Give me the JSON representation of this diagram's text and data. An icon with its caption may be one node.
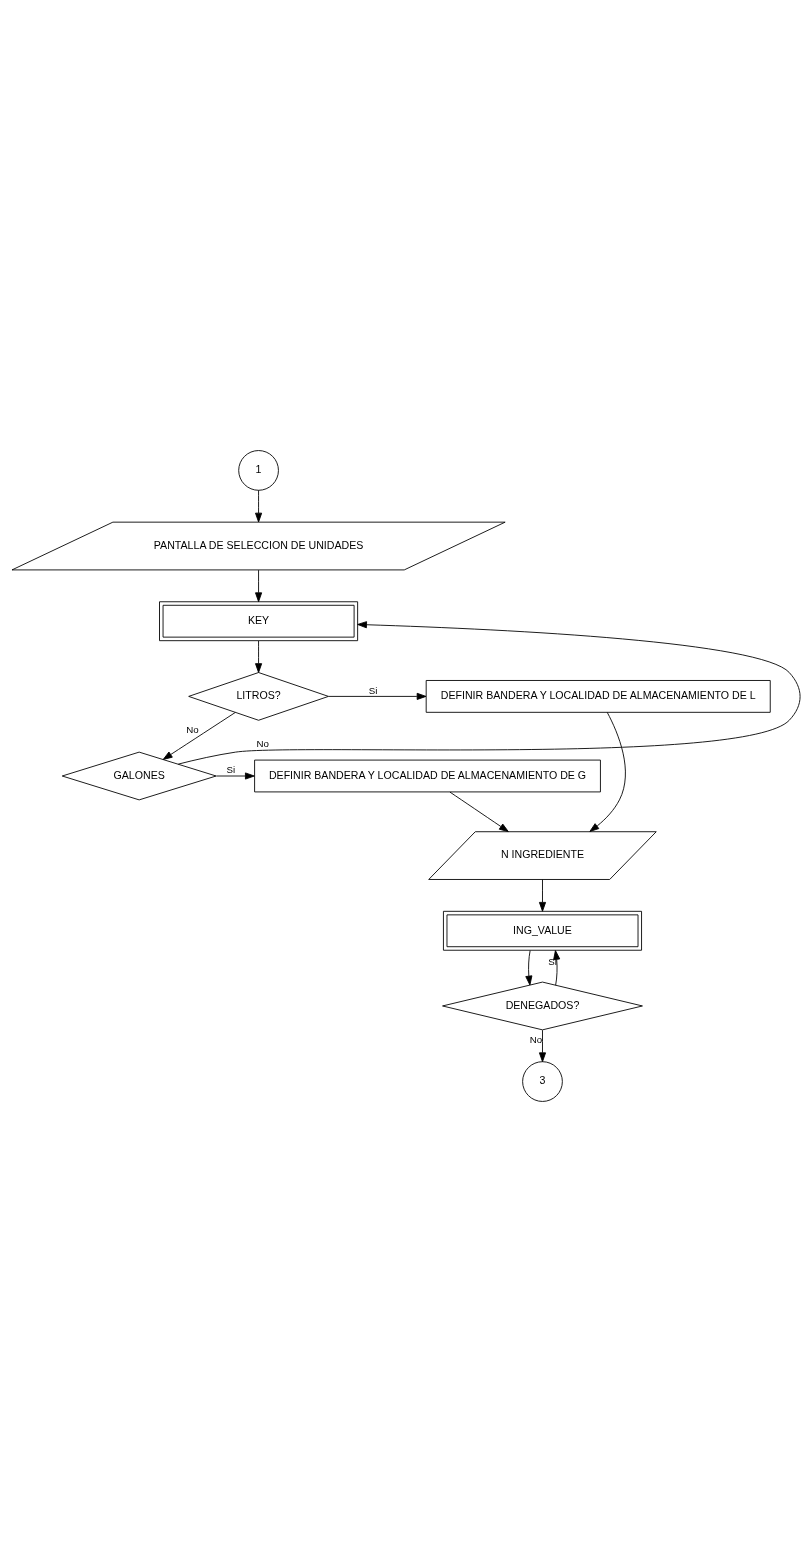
{
  "diagram": {
    "nodes": [
      {
        "text": [
          "1"
        ]
      },
      {
        "text": [
          "PANTALLA DE SELECCION DE UNIDADES"
        ]
      },
      {
        "text": [
          "KEY"
        ]
      },
      {
        "text": [
          "LITROS?"
        ]
      },
      {
        "text": [
          "DEFINIR BANDERA Y LOCALIDAD DE ALMACENAMIENTO DE L"
        ]
      },
      {
        "text": [
          "GALONES"
        ]
      },
      {
        "text": [
          "DEFINIR BANDERA Y LOCALIDAD DE ALMACENAMIENTO DE G"
        ]
      },
      {
        "text": [
          "N INGREDIENTE"
        ]
      },
      {
        "text": [
          "ING_VALUE"
        ]
      },
      {
        "text": [
          "DENEGADOS?"
        ]
      },
      {
        "text": [
          "3"
        ]
      }
    ],
    "edges": [
      {
        "from": 0,
        "to": 1,
        "arrow": "to"
      },
      {
        "from": 1,
        "to": 2,
        "arrow": "to"
      },
      {
        "from": 2,
        "to": 3,
        "arrow": "to"
      },
      {
        "from": 3,
        "to": 4,
        "arrow": "to",
        "label": "Si"
      },
      {
        "from": 3,
        "to": 5,
        "arrow": "to",
        "label": "No"
      },
      {
        "from": 5,
        "to": 6,
        "arrow": "to",
        "label": "Si"
      },
      {
        "from": 5,
        "to": 2,
        "arrow": "to",
        "label": "No"
      },
      {
        "from": 4,
        "to": 7,
        "arrow": "to"
      },
      {
        "from": 6,
        "to": 7,
        "arrow": "to"
      },
      {
        "from": 7,
        "to": 8,
        "arrow": "to"
      },
      {
        "from": 8,
        "to": 9,
        "arrow": "to"
      },
      {
        "from": 9,
        "to": 8,
        "arrow": "to",
        "label": "Si"
      },
      {
        "from": 9,
        "to": 10,
        "arrow": "to",
        "label": "No"
      }
    ]
  }
}
